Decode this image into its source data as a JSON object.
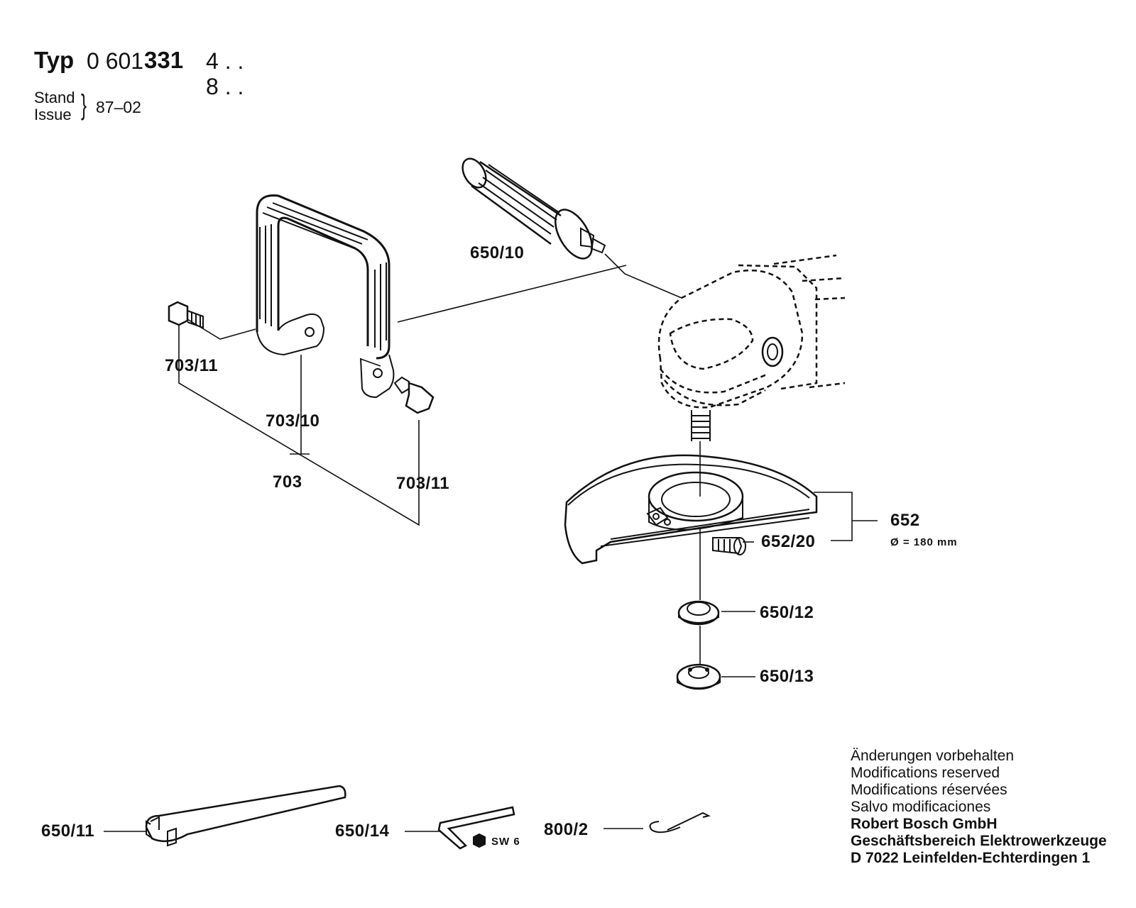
{
  "header": {
    "typ_word": "Typ",
    "typ_prefix": "0 601",
    "typ_bold": "331",
    "typ_variant_1": "4 . .",
    "typ_variant_2": "8 . .",
    "stand_label": "Stand",
    "issue_label": "Issue",
    "stand_date": "87–02"
  },
  "parts": {
    "p650_10": "650/10",
    "p703_11_left": "703/11",
    "p703_10": "703/10",
    "p703": "703",
    "p703_11_right": "703/11",
    "p652": "652",
    "p652_note": "Ø = 180 mm",
    "p652_20": "652/20",
    "p650_12": "650/12",
    "p650_13": "650/13",
    "p650_11": "650/11",
    "p650_14": "650/14",
    "p650_14_note": "SW 6",
    "p800_2": "800/2"
  },
  "footer": {
    "line1": "Änderungen vorbehalten",
    "line2": "Modifications reserved",
    "line3": "Modifications réservées",
    "line4": "Salvo modificaciones",
    "line5": "Robert Bosch GmbH",
    "line6": "Geschäftsbereich Elektrowerkzeuge",
    "line7": "D 7022 Leinfelden-Echterdingen 1"
  }
}
